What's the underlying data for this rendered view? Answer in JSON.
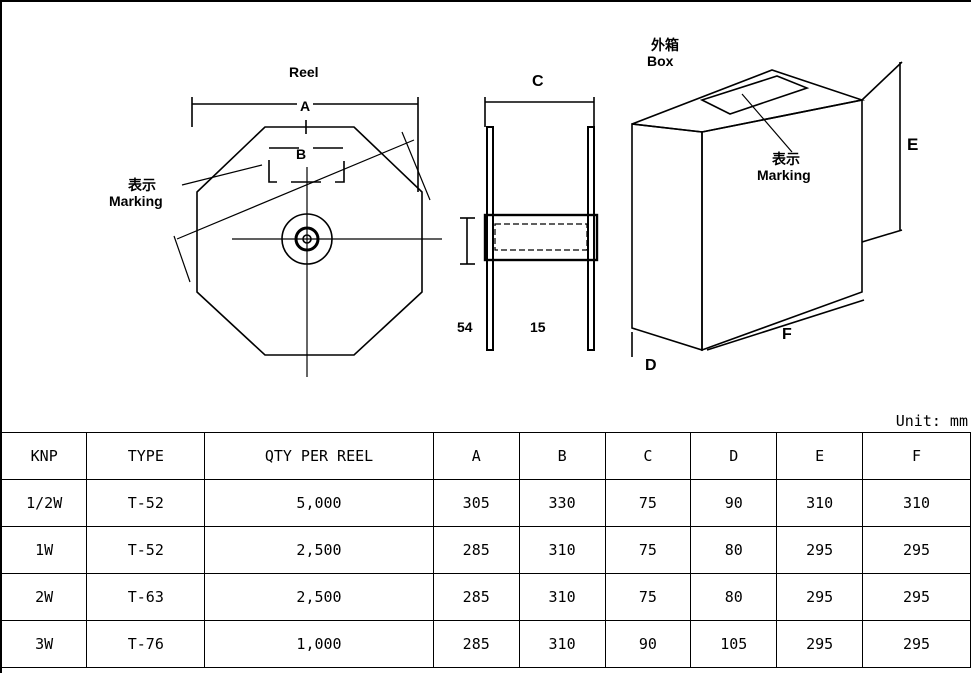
{
  "drawing": {
    "reel_label": "Reel",
    "marking_cn_left": "表示",
    "marking_en_left": "Marking",
    "box_cn": "外箱",
    "box_en": "Box",
    "marking_cn_right": "表示",
    "marking_en_right": "Marking",
    "dim_A": "A",
    "dim_B": "B",
    "dim_C": "C",
    "dim_D": "D",
    "dim_E": "E",
    "dim_F": "F",
    "dim_54": "54",
    "dim_15": "15"
  },
  "unit": "Unit: mm",
  "table": {
    "headers": [
      "KNP",
      "TYPE",
      "QTY PER REEL",
      "A",
      "B",
      "C",
      "D",
      "E",
      "F"
    ],
    "rows": [
      [
        "1/2W",
        "T-52",
        "5,000",
        "305",
        "330",
        "75",
        "90",
        "310",
        "310"
      ],
      [
        "1W",
        "T-52",
        "2,500",
        "285",
        "310",
        "75",
        "80",
        "295",
        "295"
      ],
      [
        "2W",
        "T-63",
        "2,500",
        "285",
        "310",
        "75",
        "80",
        "295",
        "295"
      ],
      [
        "3W",
        "T-76",
        "1,000",
        "285",
        "310",
        "90",
        "105",
        "295",
        "295"
      ]
    ]
  }
}
